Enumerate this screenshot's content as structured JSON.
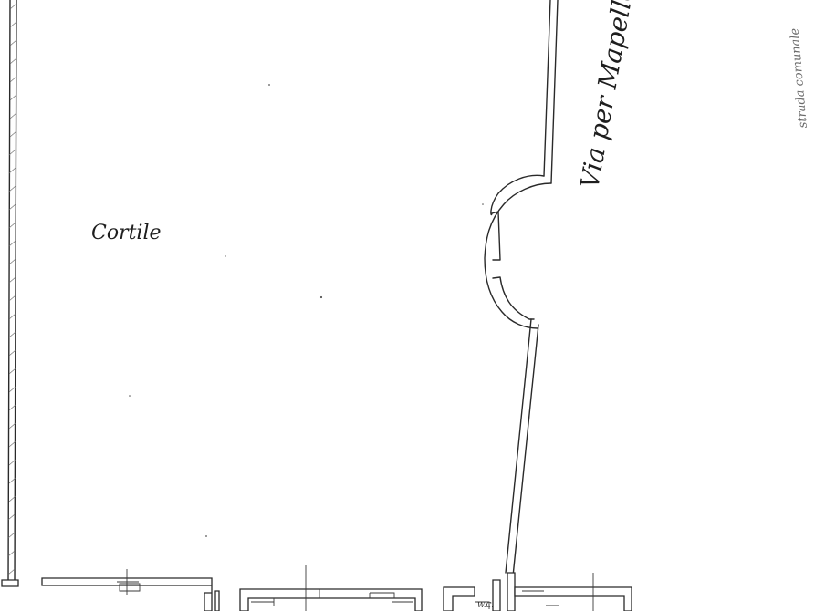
{
  "drawing": {
    "courtyard_label": "Cortile",
    "street_label": "Via per Mapello",
    "margin_note": "strada comunale",
    "room_mark": "W.C."
  },
  "colors": {
    "ink": "#2a2a2a",
    "paper": "#ffffff",
    "hatch": "#6a6a6a"
  }
}
